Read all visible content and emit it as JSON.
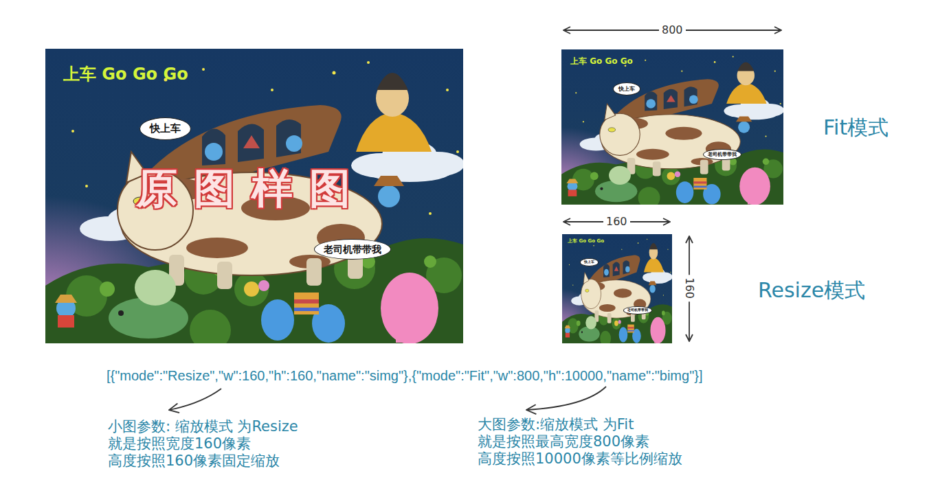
{
  "diagram": {
    "nodes": [
      {
        "text": [
          "上车 Go Go Go",
          "原图样图"
        ]
      },
      {
        "text": [
          "快上车"
        ],
        "in": 0
      },
      {
        "text": [
          "老司机带带我"
        ],
        "in": 0
      },
      {
        "text": [
          "上车 Go Go Go"
        ]
      },
      {
        "text": [
          "快上车"
        ],
        "in": 3
      },
      {
        "text": [
          "老司机带带我"
        ],
        "in": 3
      },
      {
        "text": [
          "上车 Go Go Go"
        ]
      },
      {
        "text": [
          "快上车"
        ],
        "in": 6
      },
      {
        "text": [
          "老司机带带我"
        ],
        "in": 6
      }
    ],
    "labels": [
      "800",
      "Fit模式",
      "160",
      "160",
      "Resize模式",
      "[{\"mode\":\"Resize\",\"w\":160,\"h\":160,\"name\":\"simg\"},{\"mode\":\"Fit\",\"w\":800,\"h\":10000,\"name\":\"bimg\"}]",
      "小图参数: 缩放模式 为Resize 就是按照宽度160像素 高度按照160像素固定缩放",
      "大图参数:缩放模式 为Fit 就是按照最高宽度800像素 高度按照10000像素等比例缩放"
    ]
  }
}
